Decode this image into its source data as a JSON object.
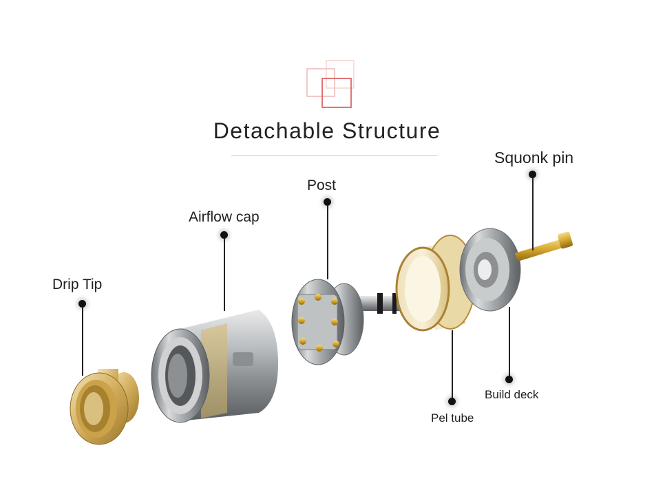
{
  "title": "Detachable Structure",
  "parts": [
    {
      "id": "drip-tip",
      "label": "Drip Tip"
    },
    {
      "id": "airflow-cap",
      "label": "Airflow cap"
    },
    {
      "id": "post",
      "label": "Post"
    },
    {
      "id": "squonk-pin",
      "label": "Squonk pin"
    },
    {
      "id": "pel-tube",
      "label": "Pel tube"
    },
    {
      "id": "build-deck",
      "label": "Build deck"
    }
  ],
  "colors": {
    "logo_accent": "#d9534f",
    "amber": "#c9a24a",
    "steel": "#a9acae",
    "brass": "#d4a52c"
  }
}
